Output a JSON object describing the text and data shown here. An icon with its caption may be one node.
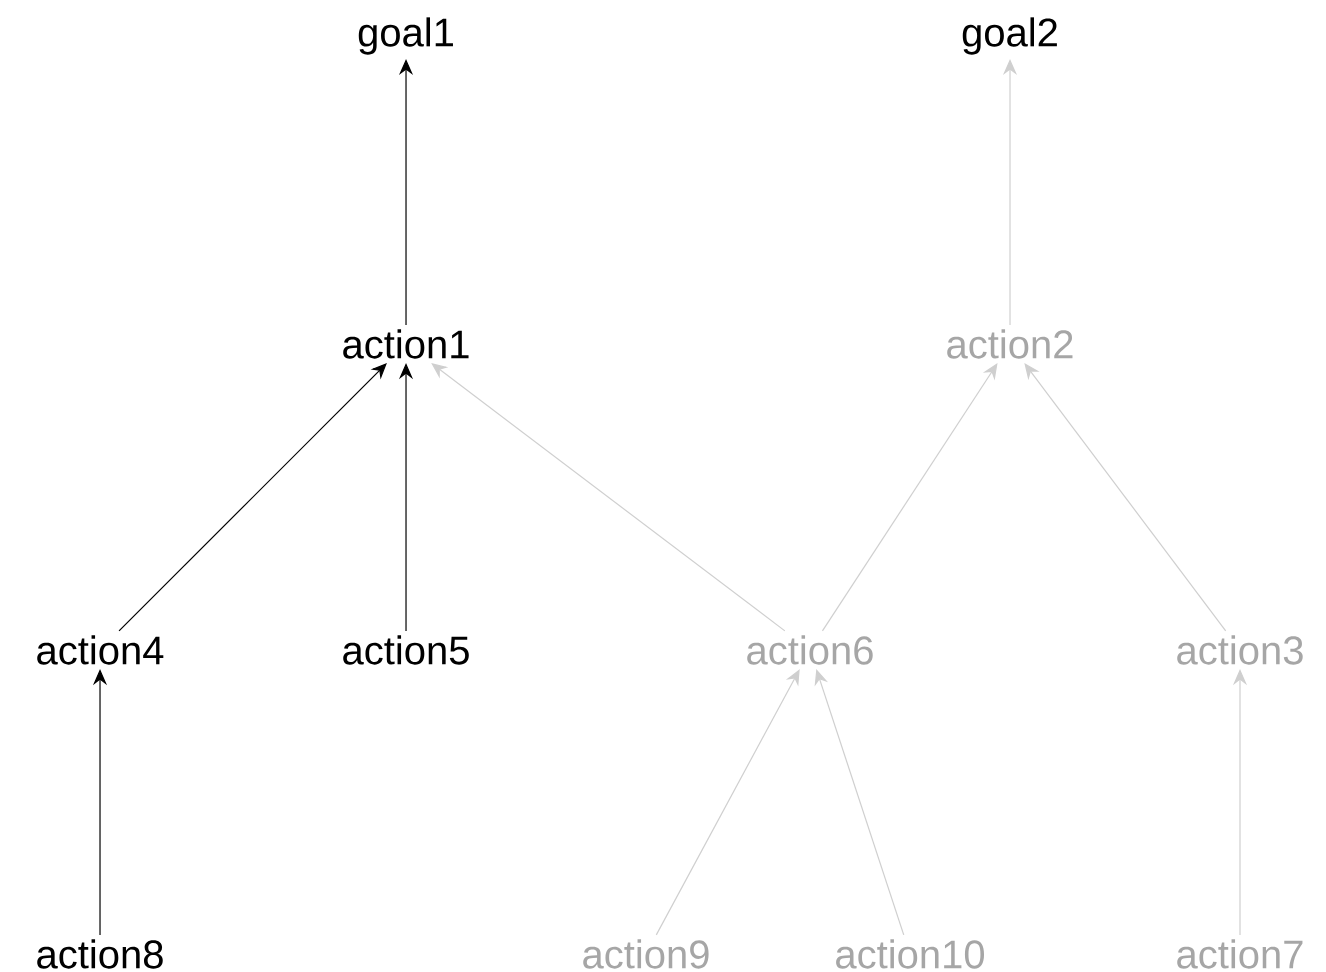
{
  "diagram": {
    "nodes": [
      {
        "text": [
          "goal1"
        ]
      },
      {
        "text": [
          "goal2"
        ]
      },
      {
        "text": [
          "action1"
        ]
      },
      {
        "text": [
          "action2"
        ]
      },
      {
        "text": [
          "action4"
        ]
      },
      {
        "text": [
          "action5"
        ]
      },
      {
        "text": [
          "action6"
        ]
      },
      {
        "text": [
          "action3"
        ]
      },
      {
        "text": [
          "action8"
        ]
      },
      {
        "text": [
          "action9"
        ]
      },
      {
        "text": [
          "action10"
        ]
      },
      {
        "text": [
          "action7"
        ]
      }
    ],
    "edges": [
      {
        "from": 2,
        "to": 0,
        "arrow": "to",
        "color": "#000000"
      },
      {
        "from": 3,
        "to": 1,
        "arrow": "to"
      },
      {
        "from": 4,
        "to": 2,
        "arrow": "to",
        "color": "#000000"
      },
      {
        "from": 5,
        "to": 2,
        "arrow": "to",
        "color": "#000000"
      },
      {
        "from": 6,
        "to": 2,
        "arrow": "to"
      },
      {
        "from": 6,
        "to": 3,
        "arrow": "to"
      },
      {
        "from": 7,
        "to": 3,
        "arrow": "to"
      },
      {
        "from": 8,
        "to": 4,
        "arrow": "to",
        "color": "#000000"
      },
      {
        "from": 9,
        "to": 6,
        "arrow": "to"
      },
      {
        "from": 10,
        "to": 6,
        "arrow": "to"
      },
      {
        "from": 11,
        "to": 7,
        "arrow": "to"
      }
    ]
  }
}
